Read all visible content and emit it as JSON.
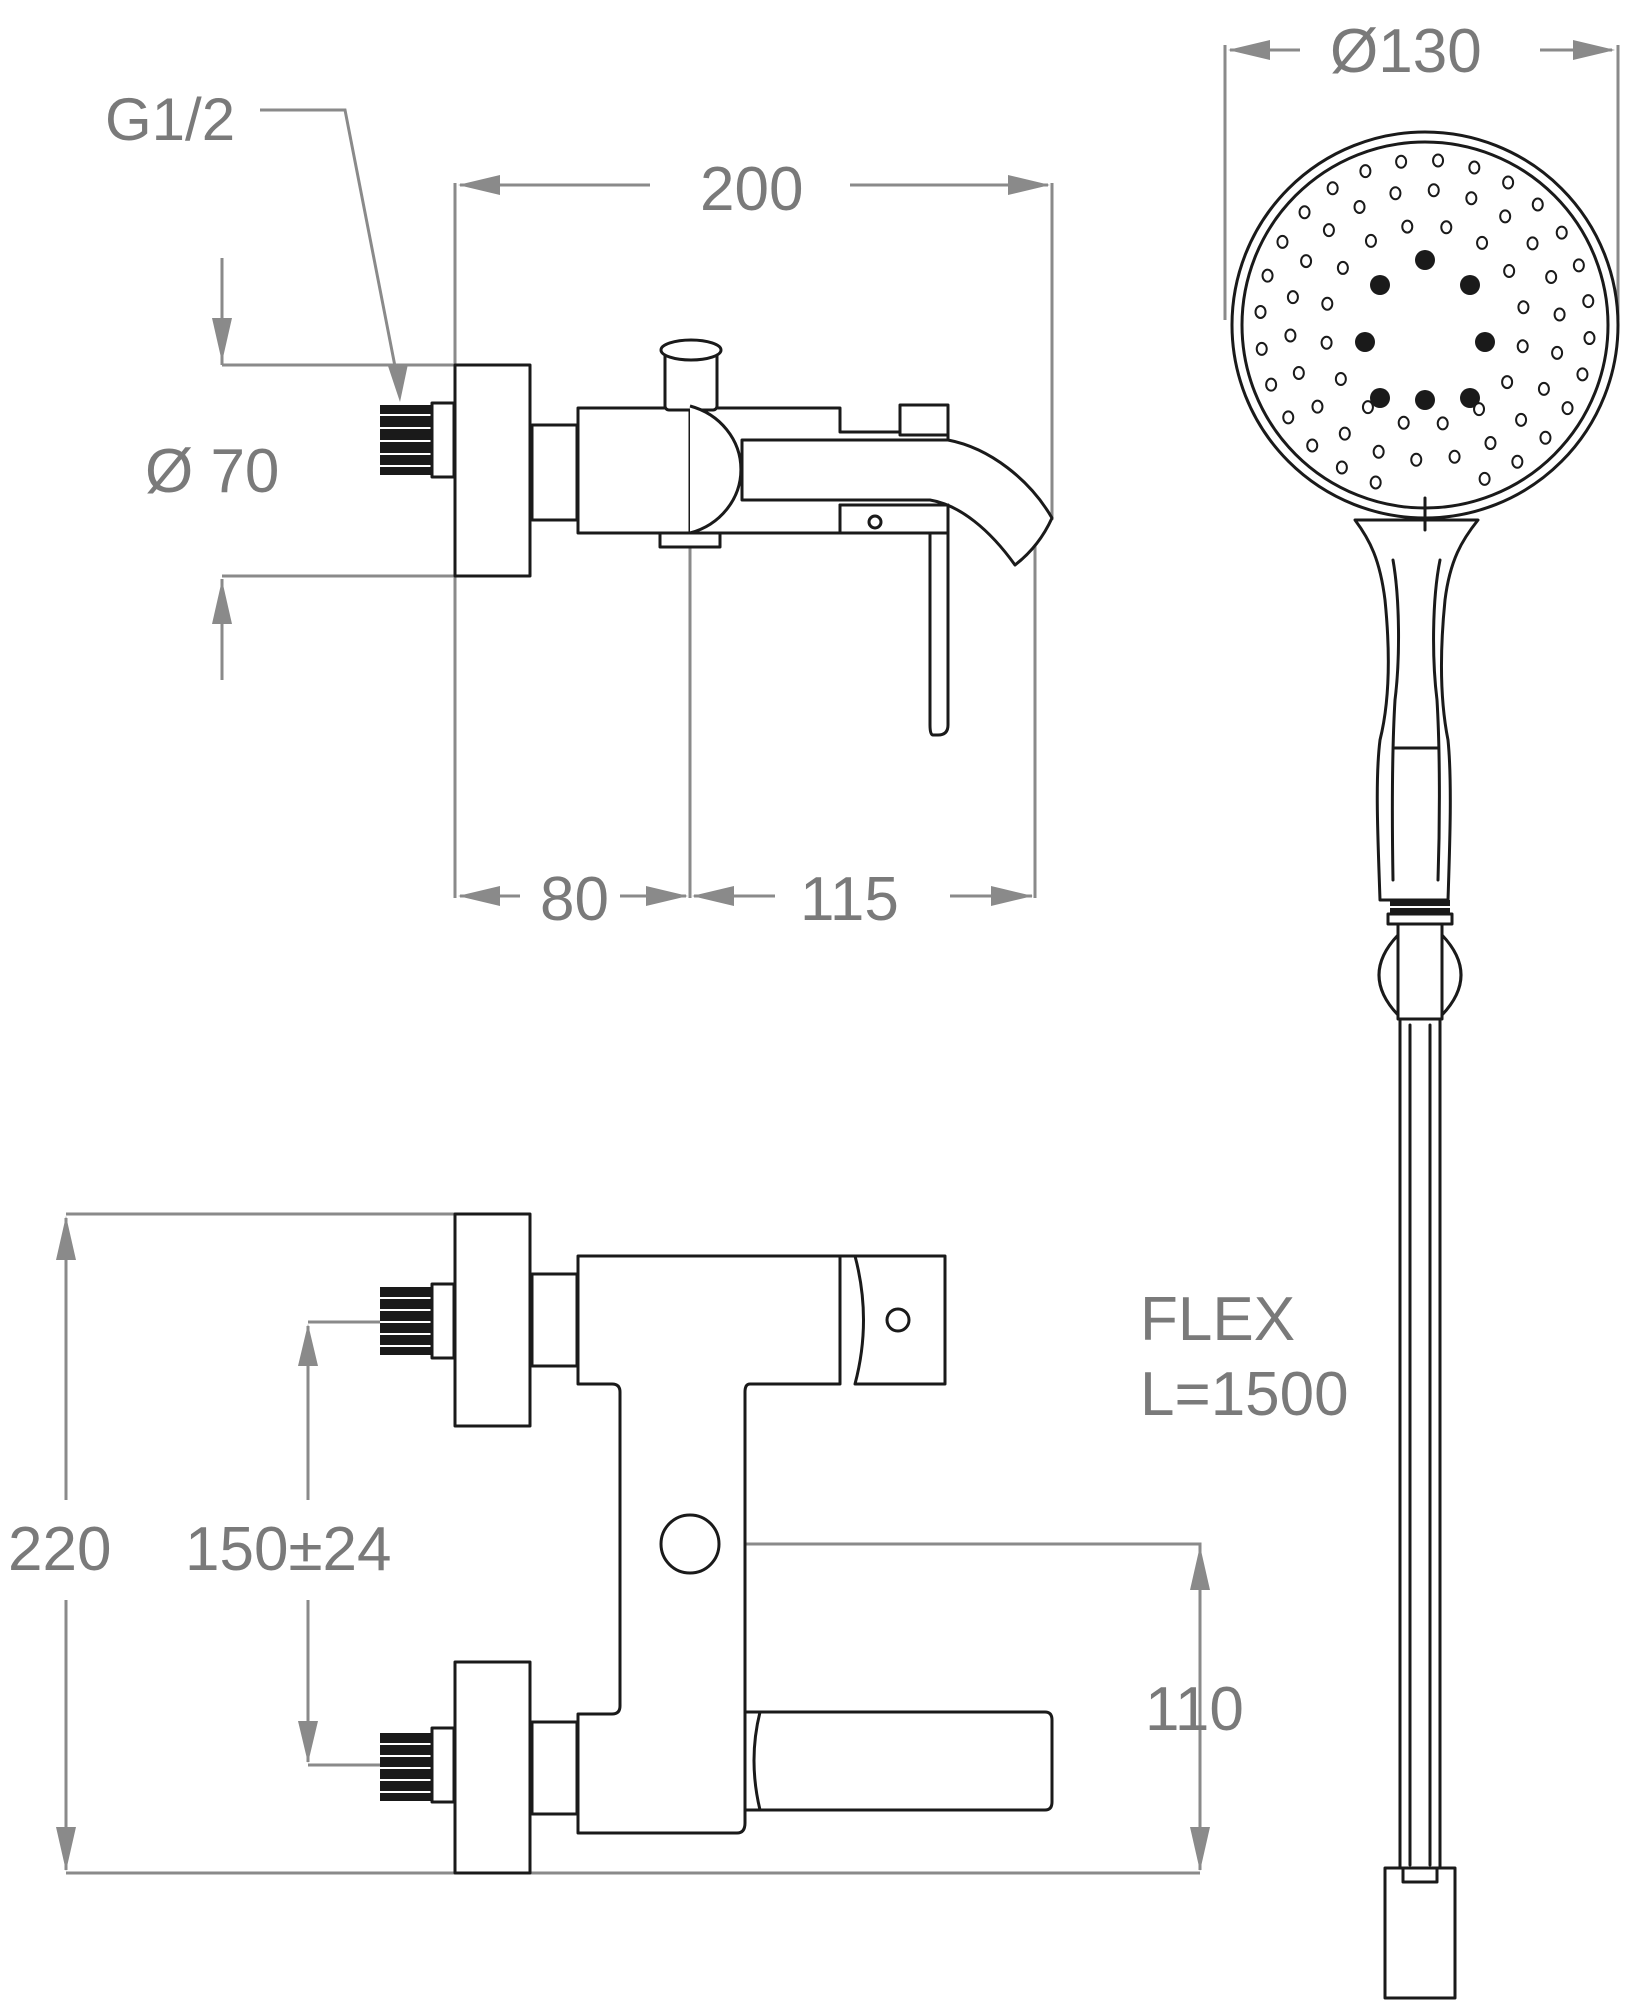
{
  "labels": {
    "thread": "G1/2",
    "flange_diameter": "Ø 70",
    "overall_length": "200",
    "length_to_outlet": "80",
    "outlet_to_spout": "115",
    "head_diameter": "Ø130",
    "total_height": "220",
    "inlet_spacing": "150±24",
    "diverter_height": "110",
    "hose_name": "FLEX",
    "hose_length": "L=1500"
  },
  "colors": {
    "outline": "#1a1a1a",
    "dimension": "#8a8a8a",
    "dimension_text": "#7a7a7a",
    "background": "#ffffff"
  }
}
